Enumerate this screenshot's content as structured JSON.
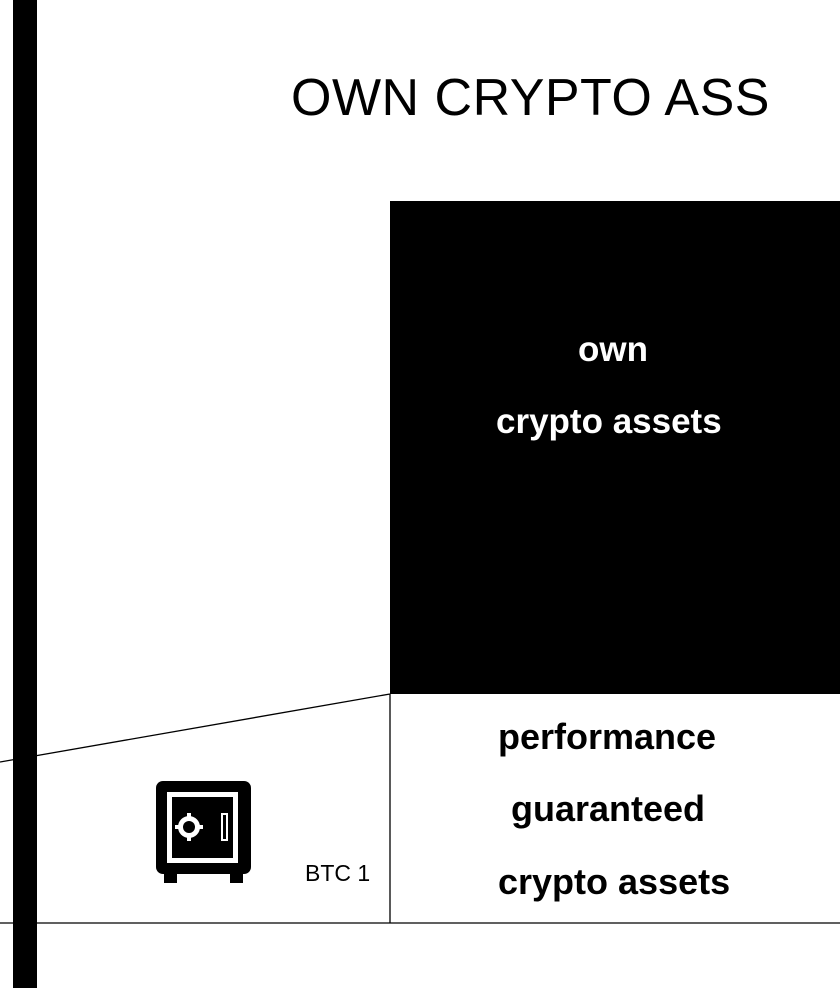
{
  "title": "OWN CRYPTO ASS",
  "own_box": {
    "line1": "own",
    "line2": "crypto assets"
  },
  "performance_box": {
    "line1": "performance",
    "line2": "guaranteed",
    "line3": "crypto assets"
  },
  "safe": {
    "label": "BTC 1",
    "icon": "safe-icon"
  },
  "colors": {
    "background": "#ffffff",
    "ink": "#000000"
  }
}
